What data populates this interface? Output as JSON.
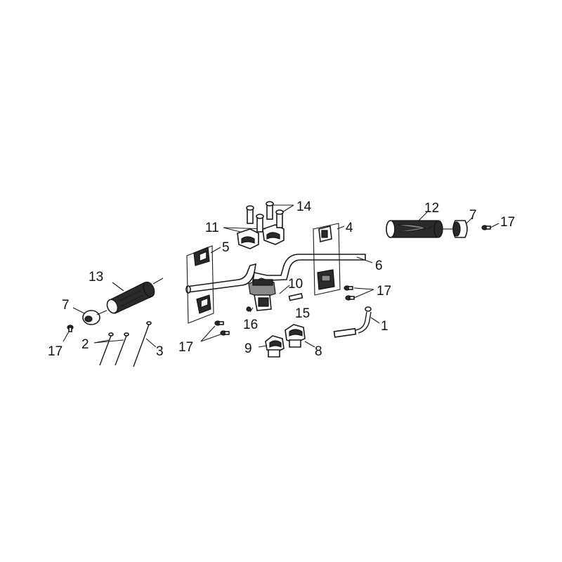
{
  "diagram": {
    "labels": {
      "p1": "1",
      "p2": "2",
      "p3": "3",
      "p4": "4",
      "p5": "5",
      "p6": "6",
      "p7_left": "7",
      "p7_right": "7",
      "p8": "8",
      "p9": "9",
      "p10": "10",
      "p11": "11",
      "p12": "12",
      "p13": "13",
      "p14": "14",
      "p15": "15",
      "p16": "16",
      "p17_left": "17",
      "p17_center": "17",
      "p17_mid": "17",
      "p17_right": "17"
    }
  }
}
